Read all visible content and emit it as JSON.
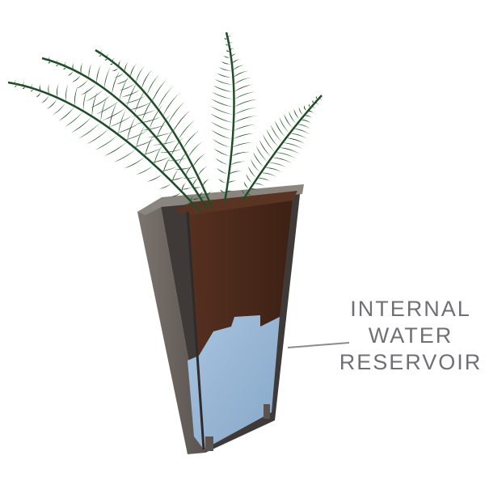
{
  "callout": {
    "lines": [
      "INTERNAL",
      "WATER",
      "RESERVOIR"
    ]
  },
  "colors": {
    "planter_outer": "#6b645f",
    "planter_inner": "#3b3634",
    "soil": "#4a2818",
    "water": "#9ab8d6",
    "leaf": "#2f6b36",
    "leaf_dark": "#1f4d25",
    "callout_text": "#6f7075",
    "leader_line": "#8a8b90"
  },
  "icons": {
    "plant": "fern-icon"
  }
}
